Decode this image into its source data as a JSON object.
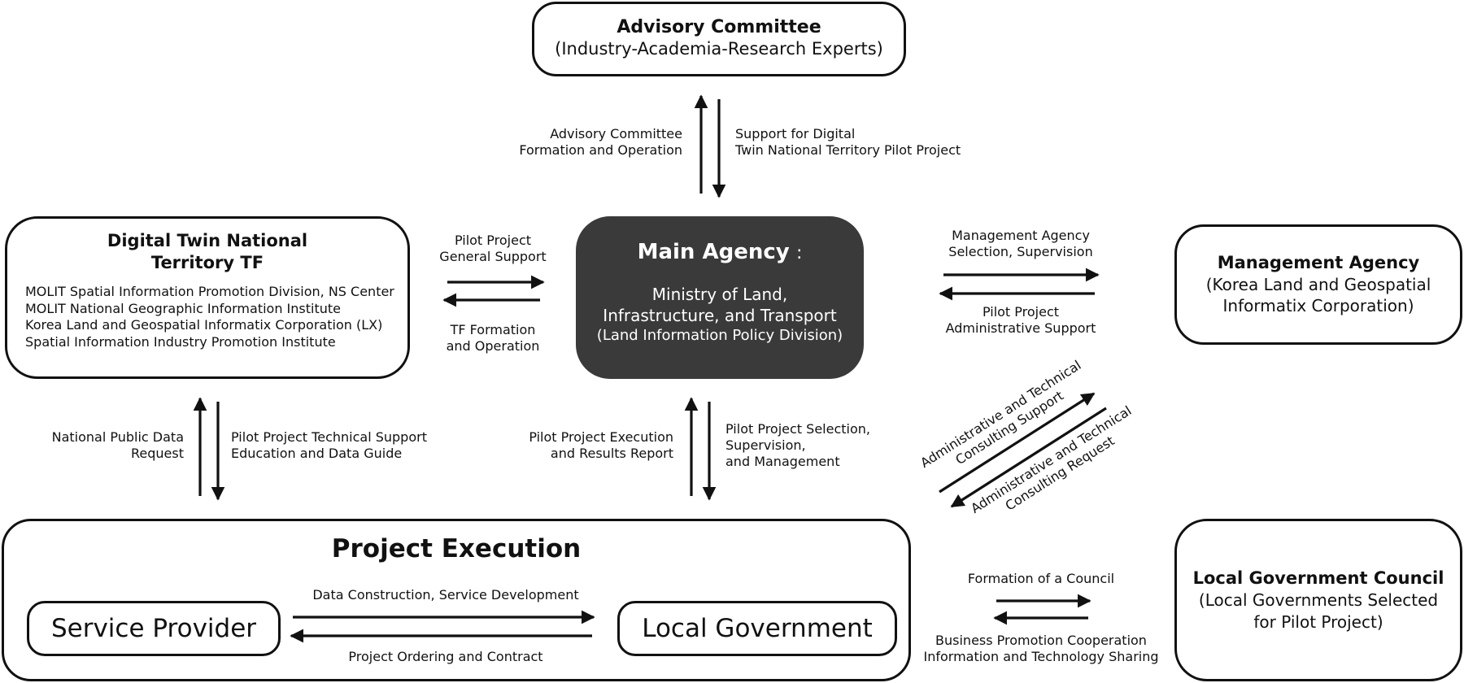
{
  "advisory": {
    "title": "Advisory Committee",
    "subtitle": "(Industry-Academia-Research Experts)"
  },
  "tf": {
    "title_line1": "Digital Twin National",
    "title_line2": "Territory TF",
    "members": [
      "MOLIT Spatial Information Promotion Division, NS Center",
      "MOLIT National Geographic Information Institute",
      "Korea Land and Geospatial Informatix Corporation (LX)",
      "Spatial Information Industry Promotion Institute"
    ]
  },
  "main": {
    "title": "Main Agency",
    "colon": ":",
    "line1": "Ministry of Land,",
    "line2": "Infrastructure, and Transport",
    "line3": "(Land Information Policy Division)"
  },
  "management": {
    "title": "Management Agency",
    "line1": "(Korea Land and Geospatial",
    "line2": "Informatix Corporation)"
  },
  "project": {
    "title": "Project Execution",
    "service_provider": "Service Provider",
    "local_government": "Local Government"
  },
  "council": {
    "title": "Local Government Council",
    "line1": "(Local Governments Selected",
    "line2": "for Pilot Project)"
  },
  "labels": {
    "adv_left_1": "Advisory Committee",
    "adv_left_2": "Formation and Operation",
    "adv_right_1": "Support for Digital",
    "adv_right_2": "Twin National Territory Pilot Project",
    "tf_top_1": "Pilot Project",
    "tf_top_2": "General Support",
    "tf_bot_1": "TF Formation",
    "tf_bot_2": "and Operation",
    "mgmt_top_1": "Management Agency",
    "mgmt_top_2": "Selection, Supervision",
    "mgmt_bot_1": "Pilot Project",
    "mgmt_bot_2": "Administrative Support",
    "tfproj_left_1": "National Public Data",
    "tfproj_left_2": "Request",
    "tfproj_right_1": "Pilot Project Technical Support",
    "tfproj_right_2": "Education and Data Guide",
    "mainproj_left_1": "Pilot Project Execution",
    "mainproj_left_2": "and Results Report",
    "mainproj_right_1": "Pilot Project Selection,",
    "mainproj_right_2": "Supervision,",
    "mainproj_right_3": "and Management",
    "diag_top_1": "Administrative and Technical",
    "diag_top_2": "Consulting Support",
    "diag_bot_1": "Administrative and Technical",
    "diag_bot_2": "Consulting Request",
    "sp_top": "Data Construction, Service Development",
    "sp_bot": "Project Ordering and Contract",
    "council_top": "Formation of a Council",
    "council_bot_1": "Business Promotion Cooperation",
    "council_bot_2": "Information and Technology Sharing"
  },
  "colors": {
    "main_fill": "#3a3a3a",
    "stroke": "#111111"
  }
}
